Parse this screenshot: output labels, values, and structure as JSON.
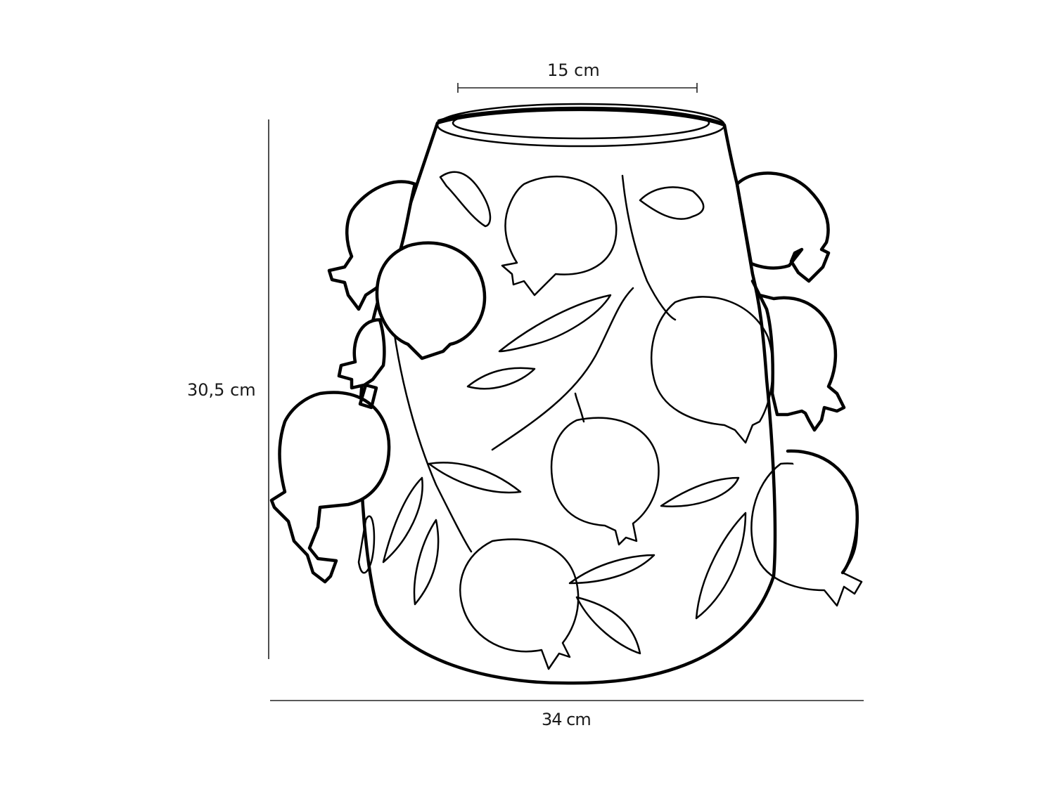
{
  "diagram": {
    "subject": "Pomegranate relief vase — product dimension drawing",
    "line_color": "#000000",
    "background": "#ffffff",
    "dimensions": {
      "top_opening_width": {
        "label": "15 cm",
        "value": 15,
        "unit": "cm"
      },
      "height": {
        "label": "30,5 cm",
        "value": 30.5,
        "unit": "cm"
      },
      "overall_width": {
        "label": "34 cm",
        "value": 34,
        "unit": "cm"
      }
    }
  }
}
